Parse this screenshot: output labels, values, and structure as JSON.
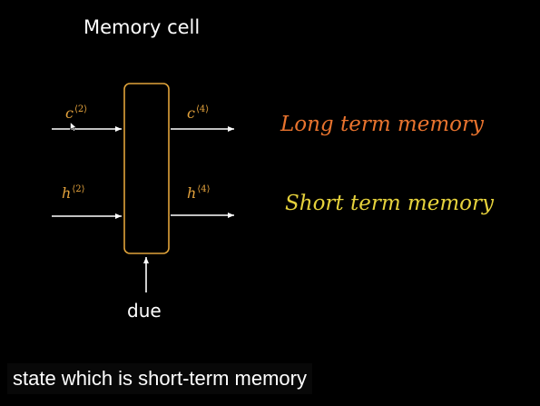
{
  "title": "Memory cell",
  "inputs": {
    "c_prev": {
      "base": "c",
      "sup": "⟨2⟩"
    },
    "h_prev": {
      "base": "h",
      "sup": "⟨2⟩"
    }
  },
  "outputs": {
    "c_next": {
      "base": "c",
      "sup": "⟨4⟩"
    },
    "h_next": {
      "base": "h",
      "sup": "⟨4⟩"
    }
  },
  "bottom_input": "due",
  "labels": {
    "long_term": "Long term memory",
    "short_term": "Short term memory"
  },
  "caption": "state which is short-term memory",
  "colors": {
    "background": "#000000",
    "cell_border": "#e0a33a",
    "var_label": "#e3a23c",
    "long_term": "#e8732e",
    "short_term": "#e6d23c",
    "arrows": "#ffffff"
  }
}
